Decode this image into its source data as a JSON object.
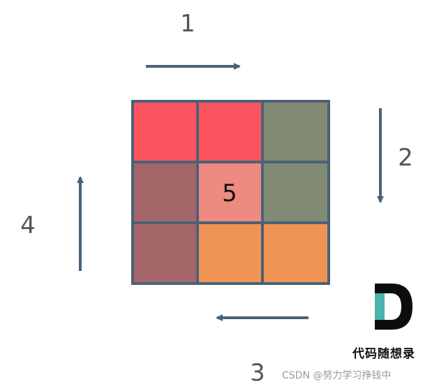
{
  "diagram": {
    "grid": {
      "border_color": "#4a6276",
      "cells": [
        {
          "color": "#fd5560",
          "label": ""
        },
        {
          "color": "#fd5560",
          "label": ""
        },
        {
          "color": "#838a74",
          "label": ""
        },
        {
          "color": "#a56669",
          "label": ""
        },
        {
          "color": "#ee8a80",
          "label": "5"
        },
        {
          "color": "#838a74",
          "label": ""
        },
        {
          "color": "#a56669",
          "label": ""
        },
        {
          "color": "#f09456",
          "label": ""
        },
        {
          "color": "#f09456",
          "label": ""
        }
      ]
    },
    "arrows": {
      "color": "#4a6276",
      "items": [
        {
          "label": "1",
          "direction": "right"
        },
        {
          "label": "2",
          "direction": "down"
        },
        {
          "label": "3",
          "direction": "left"
        },
        {
          "label": "4",
          "direction": "up"
        }
      ]
    }
  },
  "branding": {
    "logo_icon": "stylized-d-logo-icon",
    "logo_colors": {
      "dark": "#0d0d0d",
      "teal": "#4ab3ad"
    },
    "logo_text": "代码随想录",
    "watermark": "CSDN @努力学习挣钱中"
  }
}
